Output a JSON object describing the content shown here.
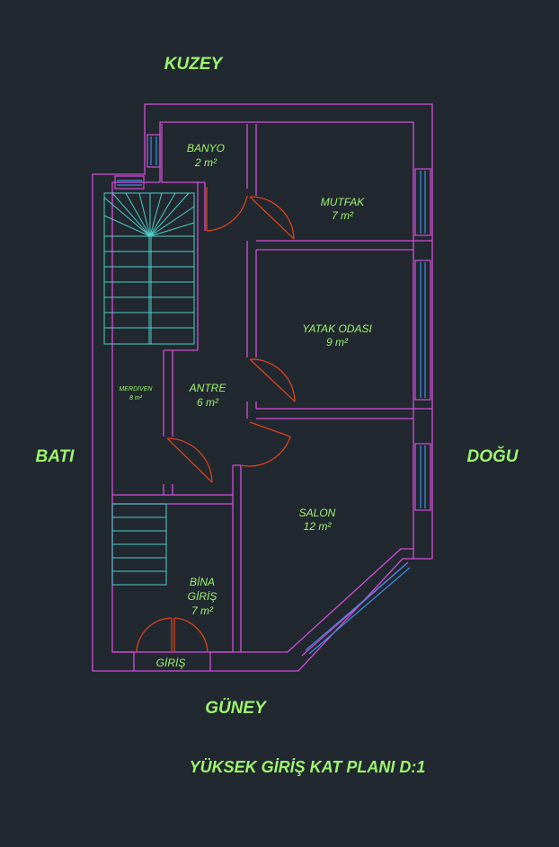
{
  "colors": {
    "background": "#212830",
    "wall": "#d24fd8",
    "door": "#d8431c",
    "stair": "#4ecfc9",
    "window": "#3a8fe6",
    "text": "#9ef56e"
  },
  "directions": {
    "north": "KUZEY",
    "south": "GÜNEY",
    "west": "BATI",
    "east": "DOĞU"
  },
  "rooms": {
    "banyo": {
      "name": "BANYO",
      "area": "2 m²"
    },
    "mutfak": {
      "name": "MUTFAK",
      "area": "7 m²"
    },
    "yatak": {
      "name": "YATAK ODASI",
      "area": "9 m²"
    },
    "antre": {
      "name": "ANTRE",
      "area": "6 m²"
    },
    "merdiven": {
      "name": "MERDİVEN",
      "area": "8 m²"
    },
    "salon": {
      "name": "SALON",
      "area": "12 m²"
    },
    "bina": {
      "line1": "BİNA",
      "line2": "GİRİŞ",
      "area": "7 m²"
    }
  },
  "entrance": "GİRİŞ",
  "title": "YÜKSEK GİRİŞ KAT PLANI D:1"
}
